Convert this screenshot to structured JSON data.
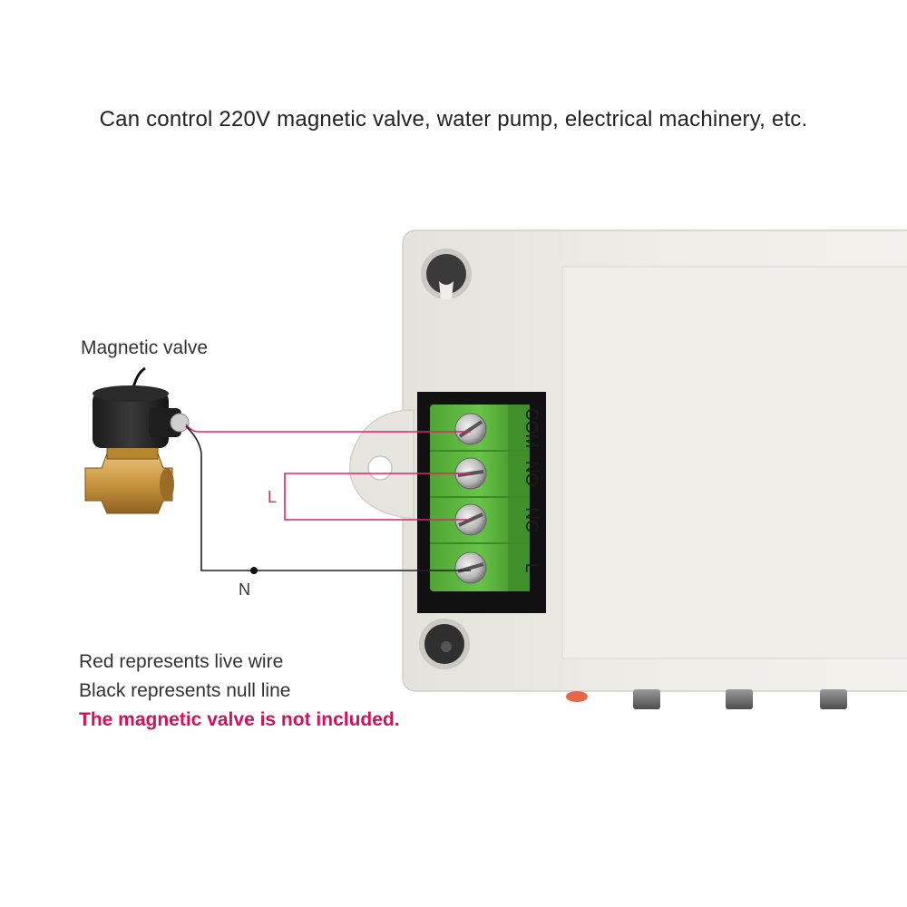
{
  "headline": "Can control 220V magnetic valve, water pump, electrical machinery, etc.",
  "valve_label": "Magnetic valve",
  "terminal_labels": {
    "com": "COM",
    "no": "NO",
    "nc": "NC",
    "l": "L"
  },
  "wire_labels": {
    "live": "L",
    "neutral": "N"
  },
  "legend": {
    "red": "Red represents live wire",
    "black": "Black represents null line",
    "warning": "The magnetic valve is not included."
  },
  "colors": {
    "live_wire": "#d4286a",
    "null_wire": "#222222",
    "terminal_block": "#5cb83c",
    "warning_text": "#d1115d"
  }
}
